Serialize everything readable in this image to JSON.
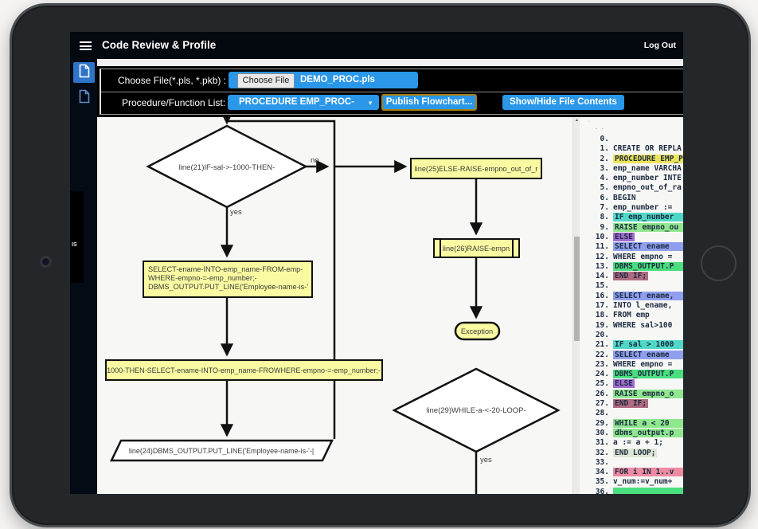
{
  "header": {
    "title": "Code Review & Profile",
    "logout_label": "Log Out"
  },
  "icons": {
    "hamburger": "menu",
    "file_active": "file-document",
    "file_inactive": "file-document",
    "dropdown_caret": "▼",
    "scroll_up_arrow": "▲"
  },
  "sidebar": {
    "fragment_text": "IS"
  },
  "toolbar": {
    "choose_file_label": "Choose File(*.pls, *.pkb) :",
    "choose_file_button": "Choose File",
    "file_name": "DEMO_PROC.pls",
    "procedure_list_label": "Procedure/Function List:",
    "procedure_selected": "PROCEDURE EMP_PROC-",
    "publish_button": "Publish Flowchart...",
    "toggle_button": "Show/Hide File Contents"
  },
  "flowchart": {
    "decision1": "line(21)IF-sal->-1000-THEN-",
    "no_label": "no",
    "yes1_label": "yes",
    "select_lines": [
      "SELECT-ename-INTO-emp_name-FROM-emp-",
      "WHERE-empno-=-emp_number;-",
      "DBMS_OUTPUT.PUT_LINE('Employee-name-is-'"
    ],
    "wide_box": "1000-THEN-SELECT-ename-INTO-emp_name-FROWHERE-empno-=-emp_number;-",
    "io_box": "line(24)DBMS_OUTPUT.PUT_LINE('Employee-name-is-'-|",
    "else_box": "line(25)ELSE-RAISE-empno_out_of_r",
    "raise_box": "line(26)RAISE-empn",
    "exception_label": "Exception",
    "decision2": "line(29)WHILE-a-<-20-LOOP-",
    "yes2_label": "yes",
    "node_fill": "#fafaa2",
    "line_color": "#111111"
  },
  "code": {
    "top_marks": [
      ".",
      "- -"
    ],
    "palette": {
      "yellow": "#ece35a",
      "turquoise": "#4fd8c6",
      "lightgreen": "#8fe78f",
      "green": "#4ade7e",
      "purple": "#a06bd0",
      "periwinkle": "#8f9fee",
      "mauve": "#b06a82",
      "pink": "#ee8aa2",
      "pale": "#dfe6d5"
    },
    "lines": [
      {
        "n": "0",
        "t": ""
      },
      {
        "n": "1",
        "t": "CREATE OR REPLA"
      },
      {
        "n": "2",
        "t": "PROCEDURE EMP_P",
        "hl": "yellow",
        "ext": true
      },
      {
        "n": "3",
        "t": "emp_name VARCHA"
      },
      {
        "n": "4",
        "t": "emp_number INTE"
      },
      {
        "n": "5",
        "t": "empno_out_of_ra"
      },
      {
        "n": "6",
        "t": "BEGIN"
      },
      {
        "n": "7",
        "t": "emp_number := "
      },
      {
        "n": "8",
        "t": "IF emp_number ",
        "hl": "turquoise",
        "ext": true
      },
      {
        "n": "9",
        "t": "RAISE empno_ou",
        "hl": "lightgreen",
        "ext": true
      },
      {
        "n": "10",
        "t": "ELSE",
        "hl": "purple"
      },
      {
        "n": "11",
        "t": "SELECT ename ",
        "hl": "periwinkle",
        "ext": true
      },
      {
        "n": "12",
        "t": "WHERE empno ="
      },
      {
        "n": "13",
        "t": "DBMS_OUTPUT.P",
        "hl": "green",
        "ext": true
      },
      {
        "n": "14",
        "t": "END IF;",
        "hl": "mauve"
      },
      {
        "n": "15",
        "t": ""
      },
      {
        "n": "16",
        "t": "SELECT ename,",
        "hl": "periwinkle",
        "ext": true
      },
      {
        "n": "17",
        "t": "INTO l_ename,"
      },
      {
        "n": "18",
        "t": "FROM emp"
      },
      {
        "n": "19",
        "t": "WHERE sal>100"
      },
      {
        "n": "20",
        "t": ""
      },
      {
        "n": "21",
        "t": "IF sal > 1000",
        "hl": "turquoise",
        "ext": true
      },
      {
        "n": "22",
        "t": "SELECT ename ",
        "hl": "periwinkle",
        "ext": true
      },
      {
        "n": "23",
        "t": "WHERE empno ="
      },
      {
        "n": "24",
        "t": "DBMS_OUTPUT.P",
        "hl": "green",
        "ext": true
      },
      {
        "n": "25",
        "t": "ELSE",
        "hl": "purple"
      },
      {
        "n": "26",
        "t": "RAISE empno_o",
        "hl": "lightgreen",
        "ext": true
      },
      {
        "n": "27",
        "t": "END IF;",
        "hl": "mauve"
      },
      {
        "n": "28",
        "t": ""
      },
      {
        "n": "29",
        "t": "WHILE a < 20 ",
        "hl": "lightgreen",
        "ext": true
      },
      {
        "n": "30",
        "t": "dbms_output.p",
        "hl": "lightgreen",
        "ext": true
      },
      {
        "n": "31",
        "t": "a := a + 1;"
      },
      {
        "n": "32",
        "t": "END LOOP;",
        "hl": "pale"
      },
      {
        "n": "33",
        "t": ""
      },
      {
        "n": "34",
        "t": "FOR i IN 1..v",
        "hl": "pink",
        "ext": true
      },
      {
        "n": "35",
        "t": "v_num:=v_num+"
      },
      {
        "n": "36",
        "t": "",
        "hl": "green",
        "ext": true
      }
    ]
  }
}
